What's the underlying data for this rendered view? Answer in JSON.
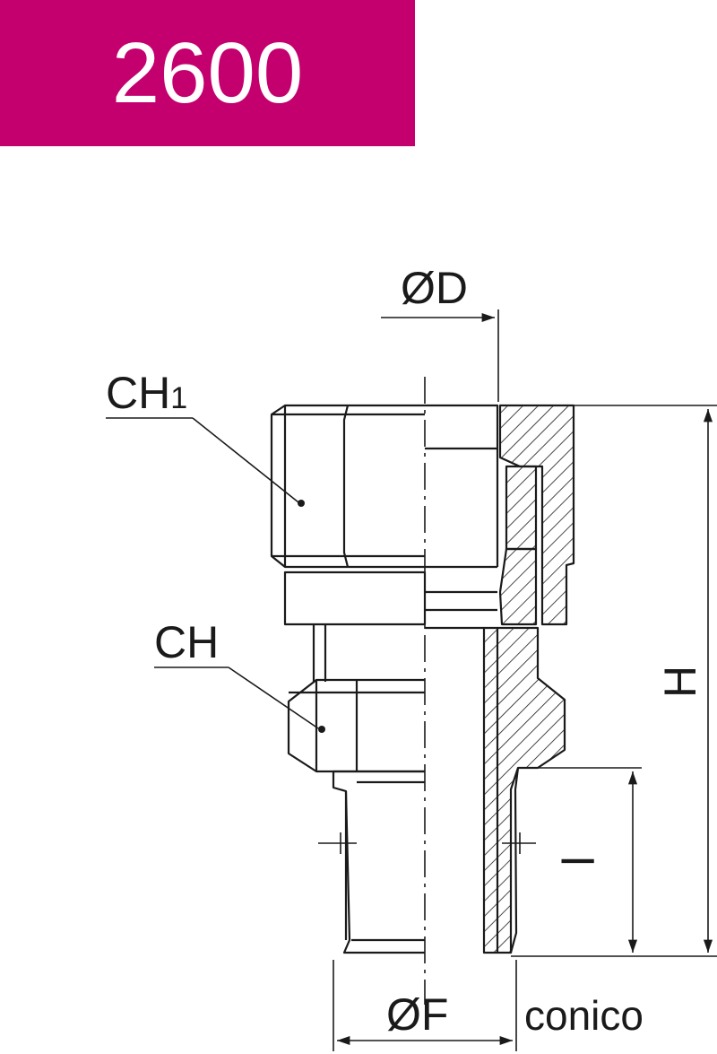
{
  "title": "2600",
  "colors": {
    "title_bar": "#c4006f",
    "title_text": "#ffffff",
    "ink": "#1a1a1a"
  },
  "labels": {
    "ch1_main": "CH",
    "ch1_sub": "1",
    "ch": "CH",
    "d": "ØD",
    "h": "H",
    "l": "l",
    "f": "ØF",
    "conico": "conico"
  }
}
